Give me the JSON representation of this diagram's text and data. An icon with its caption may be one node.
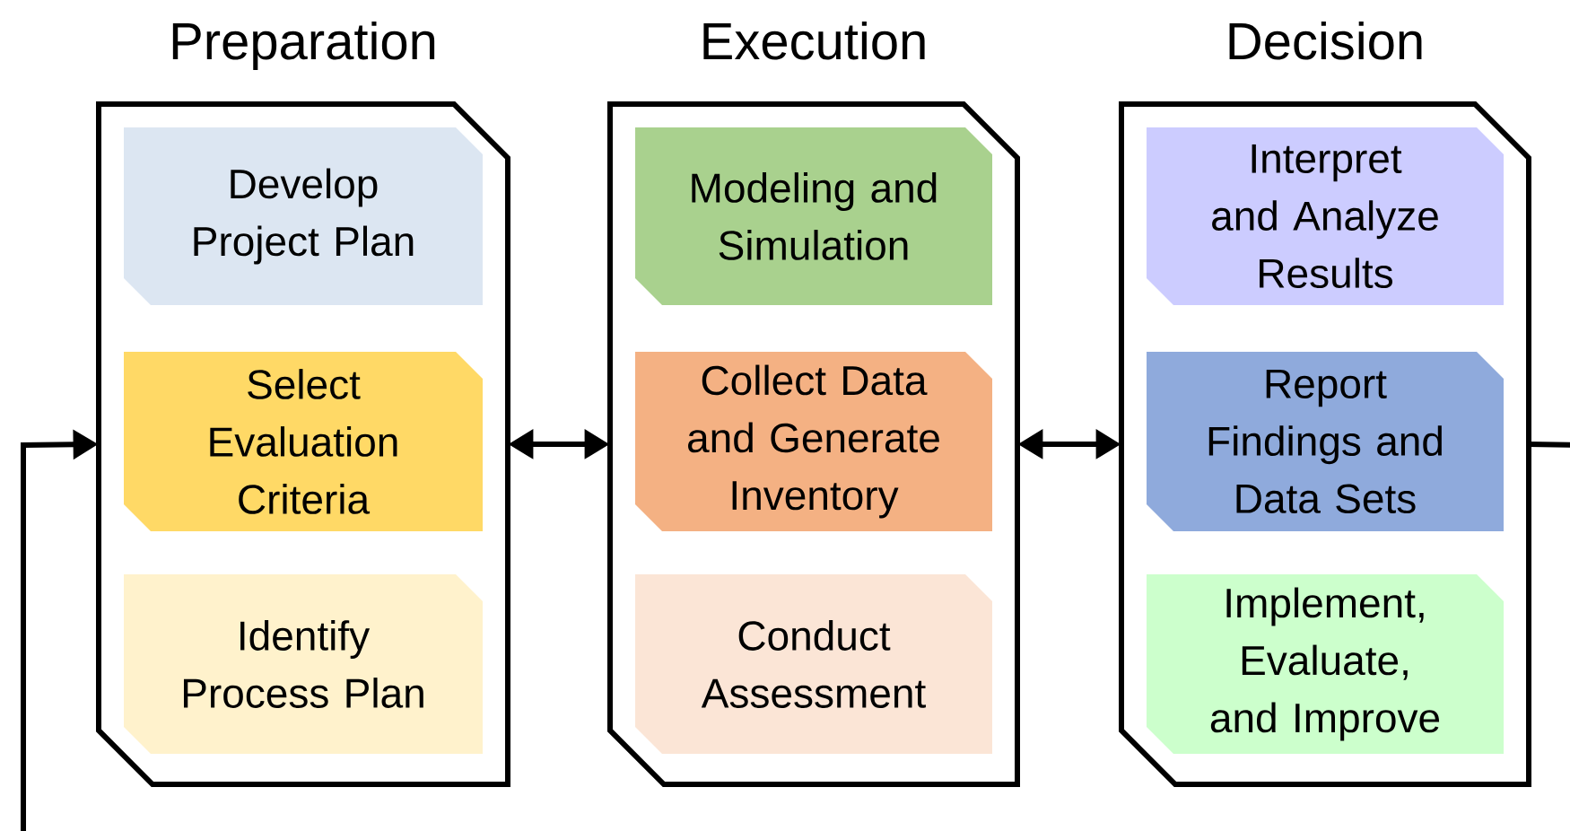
{
  "diagram": {
    "nodes": [
      {
        "text": [
          "Preparation"
        ]
      },
      {
        "text": [
          "Develop Project Plan"
        ],
        "in": 0
      },
      {
        "text": [
          "Select Evaluation Criteria"
        ],
        "in": 0
      },
      {
        "text": [
          "Identify Process Plan"
        ],
        "in": 0
      },
      {
        "text": [
          "Execution"
        ]
      },
      {
        "text": [
          "Modeling and Simulation"
        ],
        "in": 4
      },
      {
        "text": [
          "Collect Data and Generate Inventory"
        ],
        "in": 4
      },
      {
        "text": [
          "Conduct Assessment"
        ],
        "in": 4
      },
      {
        "text": [
          "Decision"
        ]
      },
      {
        "text": [
          "Interpret and Analyze Results"
        ],
        "in": 8
      },
      {
        "text": [
          "Report Findings and Data Sets"
        ],
        "in": 8
      },
      {
        "text": [
          "Implement, Evaluate, and Improve"
        ],
        "in": 8
      }
    ],
    "edges": [
      {
        "from": 0,
        "to": 4,
        "arrow": "both"
      },
      {
        "from": 4,
        "to": 8,
        "arrow": "both"
      },
      {
        "from": 8,
        "to": 0,
        "arrow": "to"
      }
    ]
  }
}
